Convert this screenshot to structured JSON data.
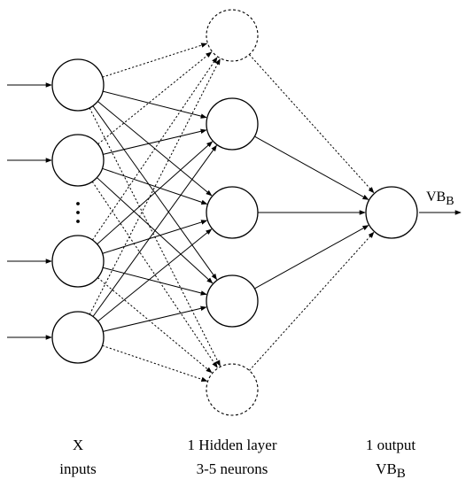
{
  "diagram": {
    "labels": {
      "input_line1": "X",
      "input_line2": "inputs",
      "hidden_line1": "1 Hidden layer",
      "hidden_line2": "3-5 neurons",
      "output_line1": "1 output",
      "output_line2_main": "VB",
      "output_line2_sub": "B",
      "arrow_main": "VB",
      "arrow_sub": "B"
    },
    "layers": {
      "input_visible_nodes": 4,
      "hidden_solid_nodes": 3,
      "hidden_dashed_nodes": 2,
      "output_nodes": 1
    }
  }
}
